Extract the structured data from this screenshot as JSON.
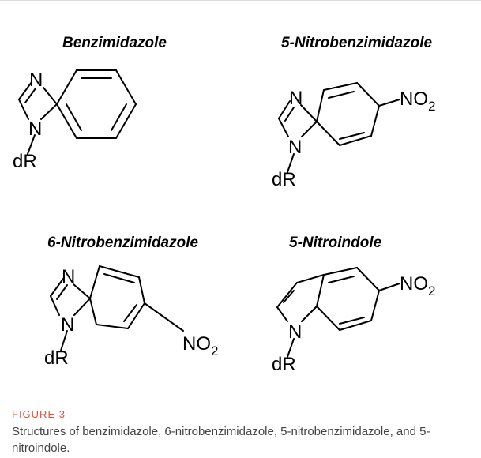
{
  "compounds": [
    {
      "title": "Benzimidazole",
      "atoms": {
        "n_top": "N",
        "n_bottom": "N",
        "sugar": "dR"
      }
    },
    {
      "title": "5-Nitrobenzimidazole",
      "atoms": {
        "n_top": "N",
        "n_bottom": "N",
        "sugar": "dR",
        "nitro_main": "NO",
        "nitro_sub": "2"
      }
    },
    {
      "title": "6-Nitrobenzimidazole",
      "atoms": {
        "n_top": "N",
        "n_bottom": "N",
        "sugar": "dR",
        "nitro_main": "NO",
        "nitro_sub": "2"
      }
    },
    {
      "title": "5-Nitroindole",
      "atoms": {
        "n_bottom": "N",
        "sugar": "dR",
        "nitro_main": "NO",
        "nitro_sub": "2"
      }
    }
  ],
  "caption": {
    "heading": "FIGURE 3",
    "text": "Structures of benzimidazole, 6-nitrobenzimidazole, 5-nitrobenzimidazole, and 5-nitroindole."
  },
  "colors": {
    "caption_heading": "#e0533a",
    "caption_text": "#444444"
  }
}
